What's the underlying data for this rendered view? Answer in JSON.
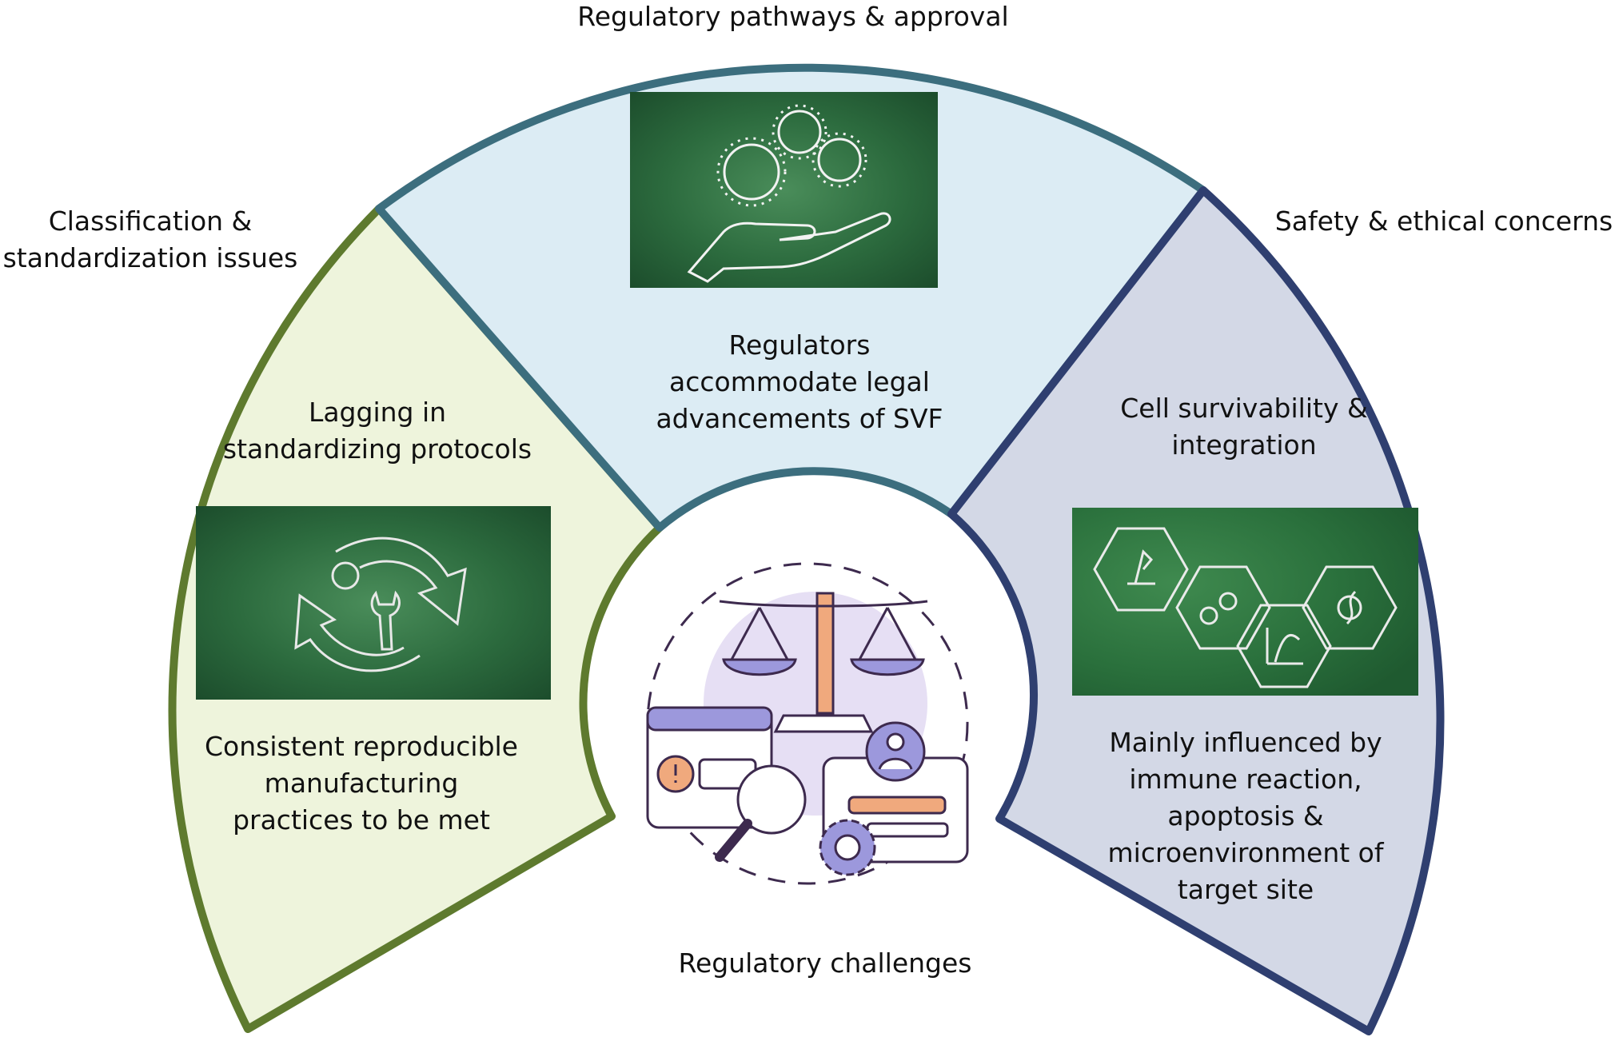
{
  "center": {
    "label": "Regulatory challenges",
    "icon": "scales-of-justice-icon"
  },
  "sections": [
    {
      "id": "classification",
      "outer_label": [
        "Classification &",
        "standardization issues"
      ],
      "heading": [
        "Lagging in",
        "standardizing protocols"
      ],
      "body": [
        "Consistent reproducible",
        "manufacturing",
        "practices to be met"
      ],
      "icon": "cycle-wrench-icon",
      "fill": "#eef4dc",
      "stroke": "#5e7a2e"
    },
    {
      "id": "regulatory",
      "outer_label": [
        "Regulatory pathways & approval"
      ],
      "body": [
        "Regulators",
        "accommodate legal",
        "advancements of SVF"
      ],
      "icon": "hand-holding-cells-icon",
      "fill": "#dcecf4",
      "stroke": "#3c6e7e"
    },
    {
      "id": "safety",
      "outer_label": [
        "Safety & ethical concerns"
      ],
      "heading": [
        "Cell survivability &",
        "integration"
      ],
      "body": [
        "Mainly influenced by",
        "immune reaction,",
        "apoptosis &",
        "microenvironment of",
        "target site"
      ],
      "icon": "hexagon-science-icon",
      "fill": "#d3d8e6",
      "stroke": "#2f3f70"
    }
  ]
}
